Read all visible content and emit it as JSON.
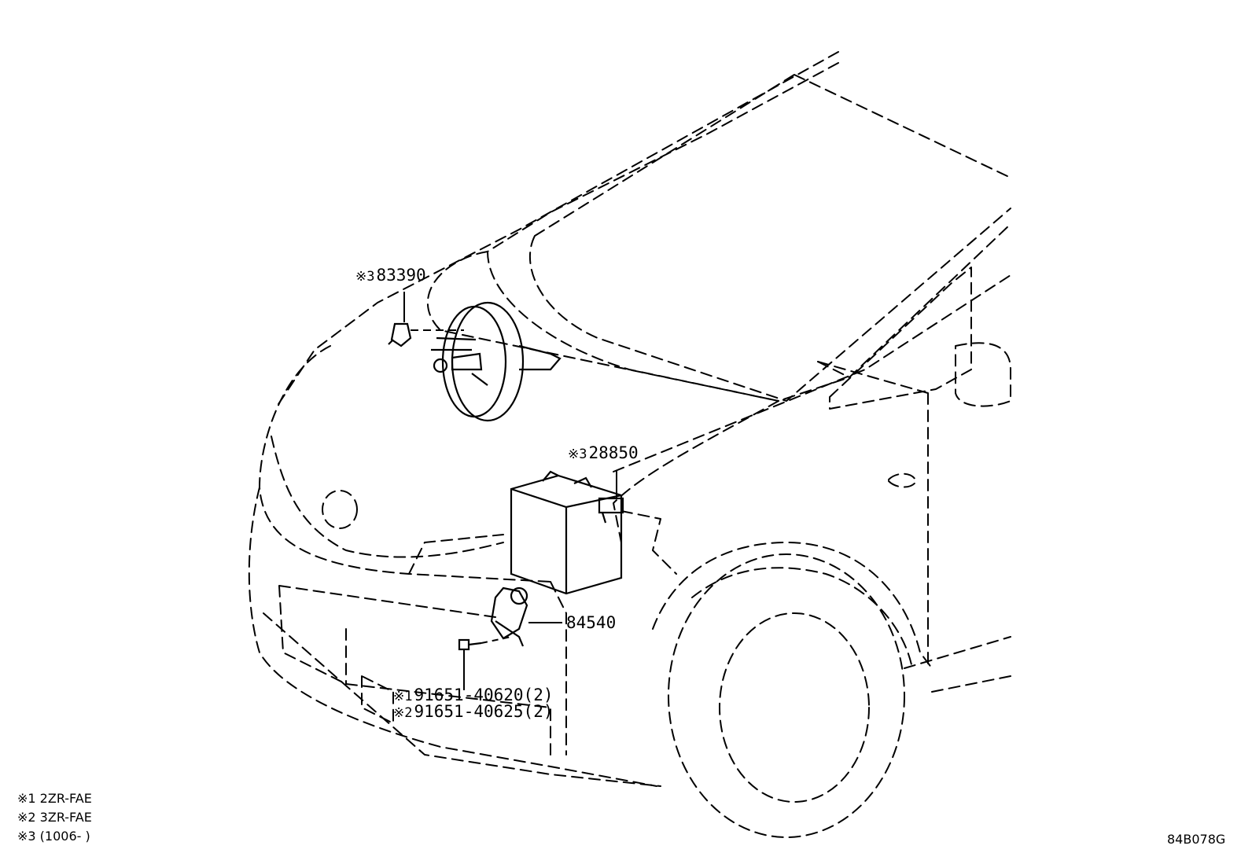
{
  "callouts": [
    {
      "ref": "※3",
      "part": "83390"
    },
    {
      "ref": "※3",
      "part": "28850"
    },
    {
      "ref": "",
      "part": "84540"
    },
    {
      "ref": "※1",
      "part": "91651-40620(2)"
    },
    {
      "ref": "※2",
      "part": "91651-40625(2)"
    }
  ],
  "legend": [
    "※1  2ZR-FAE",
    "※2  3ZR-FAE",
    "※3  (1006-      )"
  ],
  "diagram_code": "84B078G",
  "colors": {
    "line": "#000000",
    "background": "#ffffff"
  }
}
